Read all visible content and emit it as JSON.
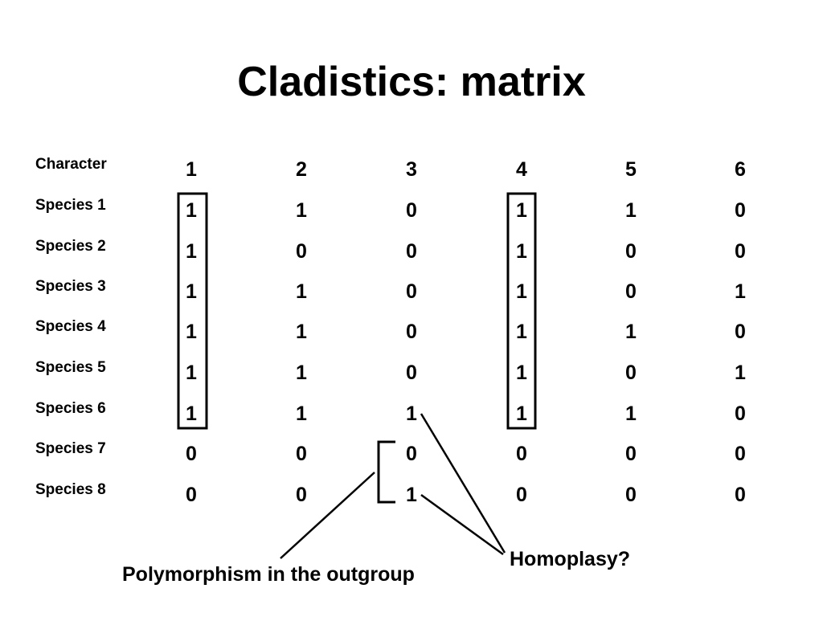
{
  "title": "Cladistics:  matrix",
  "header_label": "Character",
  "characters": [
    "1",
    "2",
    "3",
    "4",
    "5",
    "6"
  ],
  "species": [
    {
      "label": "Species 1",
      "values": [
        "1",
        "1",
        "0",
        "1",
        "1",
        "0"
      ]
    },
    {
      "label": "Species 2",
      "values": [
        "1",
        "0",
        "0",
        "1",
        "0",
        "0"
      ]
    },
    {
      "label": "Species 3",
      "values": [
        "1",
        "1",
        "0",
        "1",
        "0",
        "1"
      ]
    },
    {
      "label": "Species 4",
      "values": [
        "1",
        "1",
        "0",
        "1",
        "1",
        "0"
      ]
    },
    {
      "label": "Species 5",
      "values": [
        "1",
        "1",
        "0",
        "1",
        "0",
        "1"
      ]
    },
    {
      "label": "Species 6",
      "values": [
        "1",
        "1",
        "1",
        "1",
        "1",
        "0"
      ]
    },
    {
      "label": "Species 7",
      "values": [
        "0",
        "0",
        "0",
        "0",
        "0",
        "0"
      ]
    },
    {
      "label": "Species 8",
      "values": [
        "0",
        "0",
        "1",
        "0",
        "0",
        "0"
      ]
    }
  ],
  "annotations": {
    "polymorphism": "Polymorphism in the outgroup",
    "homoplasy": "Homoplasy?"
  },
  "colors": {
    "text": "#000000",
    "background": "#ffffff",
    "lines": "#000000"
  }
}
